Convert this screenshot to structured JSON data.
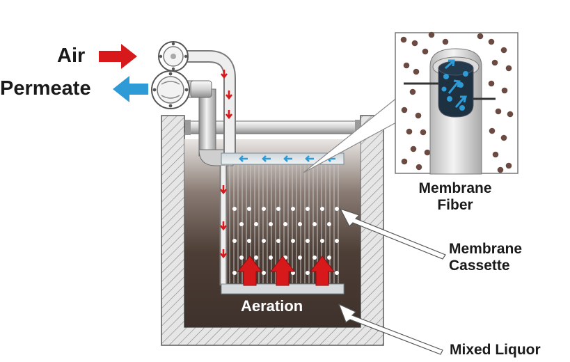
{
  "labels": {
    "air": "Air",
    "permeate": "Permeate",
    "membrane_fiber": [
      "Membrane",
      "Fiber"
    ],
    "membrane_cassette": [
      "Membrane",
      "Cassette"
    ],
    "aeration": "Aeration",
    "mixed_liquor": "Mixed Liquor"
  },
  "colors": {
    "air_arrow": "#d7191c",
    "permeate_arrow": "#2e9bd6",
    "liquor": "#4a3b33",
    "particle": "#6b4a42",
    "tank_wall": "#dcdcdc"
  }
}
